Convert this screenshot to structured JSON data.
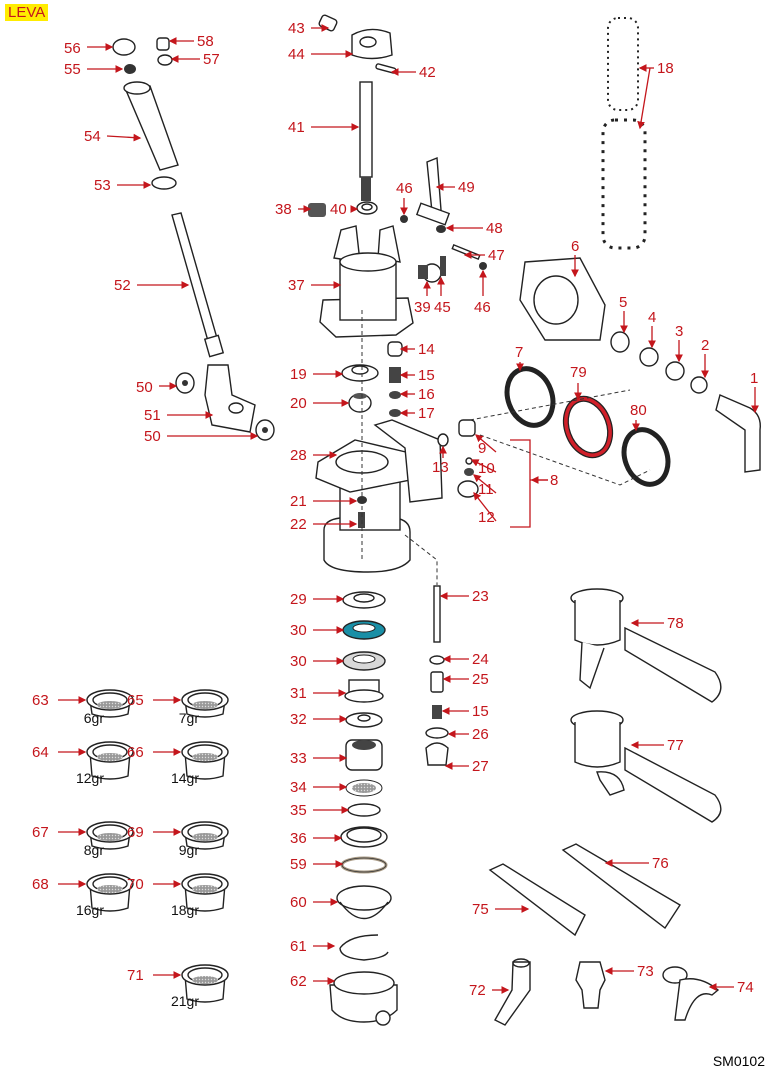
{
  "diagram": {
    "section_label": "LEVA",
    "drawing_code": "SM0102",
    "colors": {
      "label": "#c4161c",
      "badge_bg": "#ffec00",
      "gasket_30_highlight": "#1a8fa6",
      "gasket_79_highlight": "#d0202a",
      "gasket_59": "#a99b86",
      "gasket_30_grey": "#d8d8d8"
    },
    "parts": [
      {
        "id": "1",
        "label": "1"
      },
      {
        "id": "2",
        "label": "2"
      },
      {
        "id": "3",
        "label": "3"
      },
      {
        "id": "4",
        "label": "4"
      },
      {
        "id": "5",
        "label": "5"
      },
      {
        "id": "6",
        "label": "6"
      },
      {
        "id": "7",
        "label": "7"
      },
      {
        "id": "8",
        "label": "8"
      },
      {
        "id": "9",
        "label": "9"
      },
      {
        "id": "10",
        "label": "10"
      },
      {
        "id": "11",
        "label": "11"
      },
      {
        "id": "12",
        "label": "12"
      },
      {
        "id": "13",
        "label": "13"
      },
      {
        "id": "14",
        "label": "14"
      },
      {
        "id": "15a",
        "label": "15"
      },
      {
        "id": "16",
        "label": "16"
      },
      {
        "id": "17",
        "label": "17"
      },
      {
        "id": "18",
        "label": "18"
      },
      {
        "id": "19",
        "label": "19"
      },
      {
        "id": "20",
        "label": "20"
      },
      {
        "id": "21",
        "label": "21"
      },
      {
        "id": "22",
        "label": "22"
      },
      {
        "id": "23",
        "label": "23"
      },
      {
        "id": "24",
        "label": "24"
      },
      {
        "id": "25",
        "label": "25"
      },
      {
        "id": "15b",
        "label": "15"
      },
      {
        "id": "26",
        "label": "26"
      },
      {
        "id": "27",
        "label": "27"
      },
      {
        "id": "28",
        "label": "28"
      },
      {
        "id": "29",
        "label": "29"
      },
      {
        "id": "30a",
        "label": "30"
      },
      {
        "id": "30b",
        "label": "30"
      },
      {
        "id": "31",
        "label": "31"
      },
      {
        "id": "32",
        "label": "32"
      },
      {
        "id": "33",
        "label": "33"
      },
      {
        "id": "34",
        "label": "34"
      },
      {
        "id": "35",
        "label": "35"
      },
      {
        "id": "36",
        "label": "36"
      },
      {
        "id": "37",
        "label": "37"
      },
      {
        "id": "38",
        "label": "38"
      },
      {
        "id": "39",
        "label": "39"
      },
      {
        "id": "40",
        "label": "40"
      },
      {
        "id": "41",
        "label": "41"
      },
      {
        "id": "42",
        "label": "42"
      },
      {
        "id": "43",
        "label": "43"
      },
      {
        "id": "44",
        "label": "44"
      },
      {
        "id": "45",
        "label": "45"
      },
      {
        "id": "46a",
        "label": "46"
      },
      {
        "id": "46b",
        "label": "46"
      },
      {
        "id": "47",
        "label": "47"
      },
      {
        "id": "48",
        "label": "48"
      },
      {
        "id": "49",
        "label": "49"
      },
      {
        "id": "50a",
        "label": "50"
      },
      {
        "id": "50b",
        "label": "50"
      },
      {
        "id": "51",
        "label": "51"
      },
      {
        "id": "52",
        "label": "52"
      },
      {
        "id": "53",
        "label": "53"
      },
      {
        "id": "54",
        "label": "54"
      },
      {
        "id": "55",
        "label": "55"
      },
      {
        "id": "56",
        "label": "56"
      },
      {
        "id": "57",
        "label": "57"
      },
      {
        "id": "58",
        "label": "58"
      },
      {
        "id": "59",
        "label": "59"
      },
      {
        "id": "60",
        "label": "60"
      },
      {
        "id": "61",
        "label": "61"
      },
      {
        "id": "62",
        "label": "62"
      },
      {
        "id": "72",
        "label": "72"
      },
      {
        "id": "73",
        "label": "73"
      },
      {
        "id": "74",
        "label": "74"
      },
      {
        "id": "75",
        "label": "75"
      },
      {
        "id": "76",
        "label": "76"
      },
      {
        "id": "77",
        "label": "77"
      },
      {
        "id": "78",
        "label": "78"
      },
      {
        "id": "79",
        "label": "79"
      },
      {
        "id": "80",
        "label": "80"
      }
    ],
    "filter_baskets": [
      {
        "label": "63",
        "dose": "6gr"
      },
      {
        "label": "65",
        "dose": "7gr"
      },
      {
        "label": "64",
        "dose": "12gr"
      },
      {
        "label": "66",
        "dose": "14gr"
      },
      {
        "label": "67",
        "dose": "8gr"
      },
      {
        "label": "69",
        "dose": "9gr"
      },
      {
        "label": "68",
        "dose": "16gr"
      },
      {
        "label": "70",
        "dose": "18gr"
      },
      {
        "label": "71",
        "dose": "21gr"
      }
    ]
  }
}
